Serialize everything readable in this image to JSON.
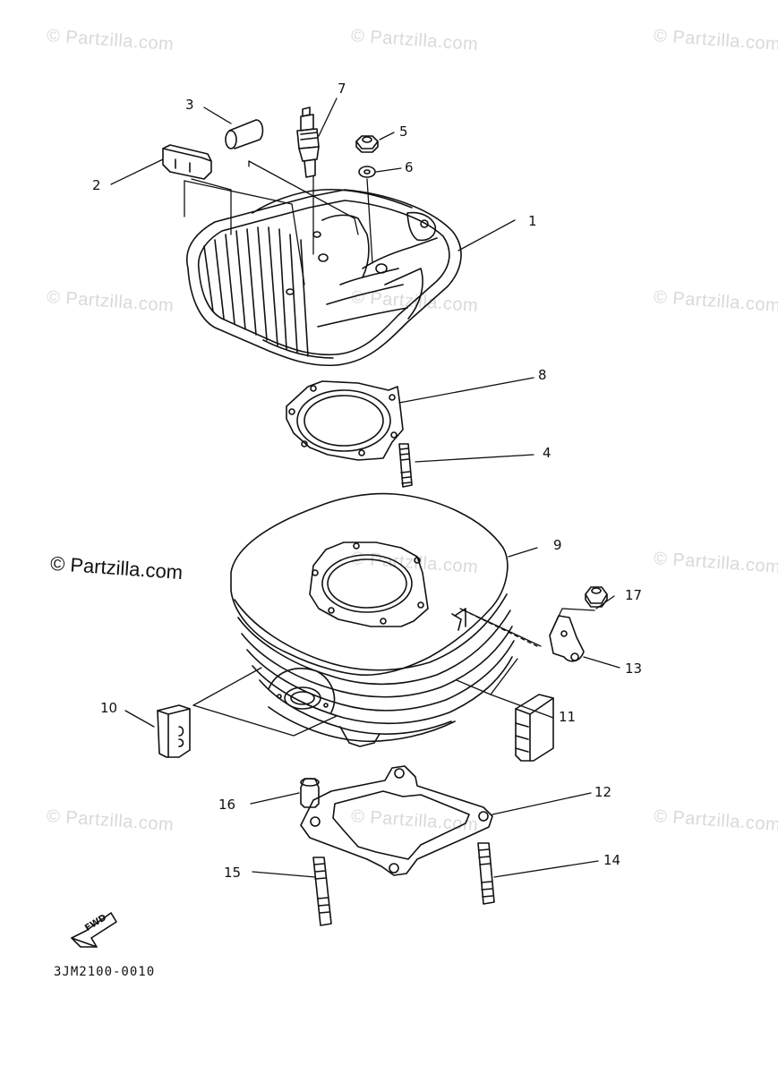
{
  "watermarks": {
    "faint": "© Partzilla.com",
    "main": "© Partzilla.com"
  },
  "callouts": [
    "1",
    "2",
    "3",
    "4",
    "5",
    "6",
    "7",
    "8",
    "9",
    "10",
    "11",
    "12",
    "13",
    "14",
    "15",
    "16",
    "17"
  ],
  "fwd_label": "FWD",
  "diagram_code": "3JM2100-0010",
  "colors": {
    "ink": "#111111",
    "watermark": "#d9d9d9",
    "background": "#ffffff"
  }
}
